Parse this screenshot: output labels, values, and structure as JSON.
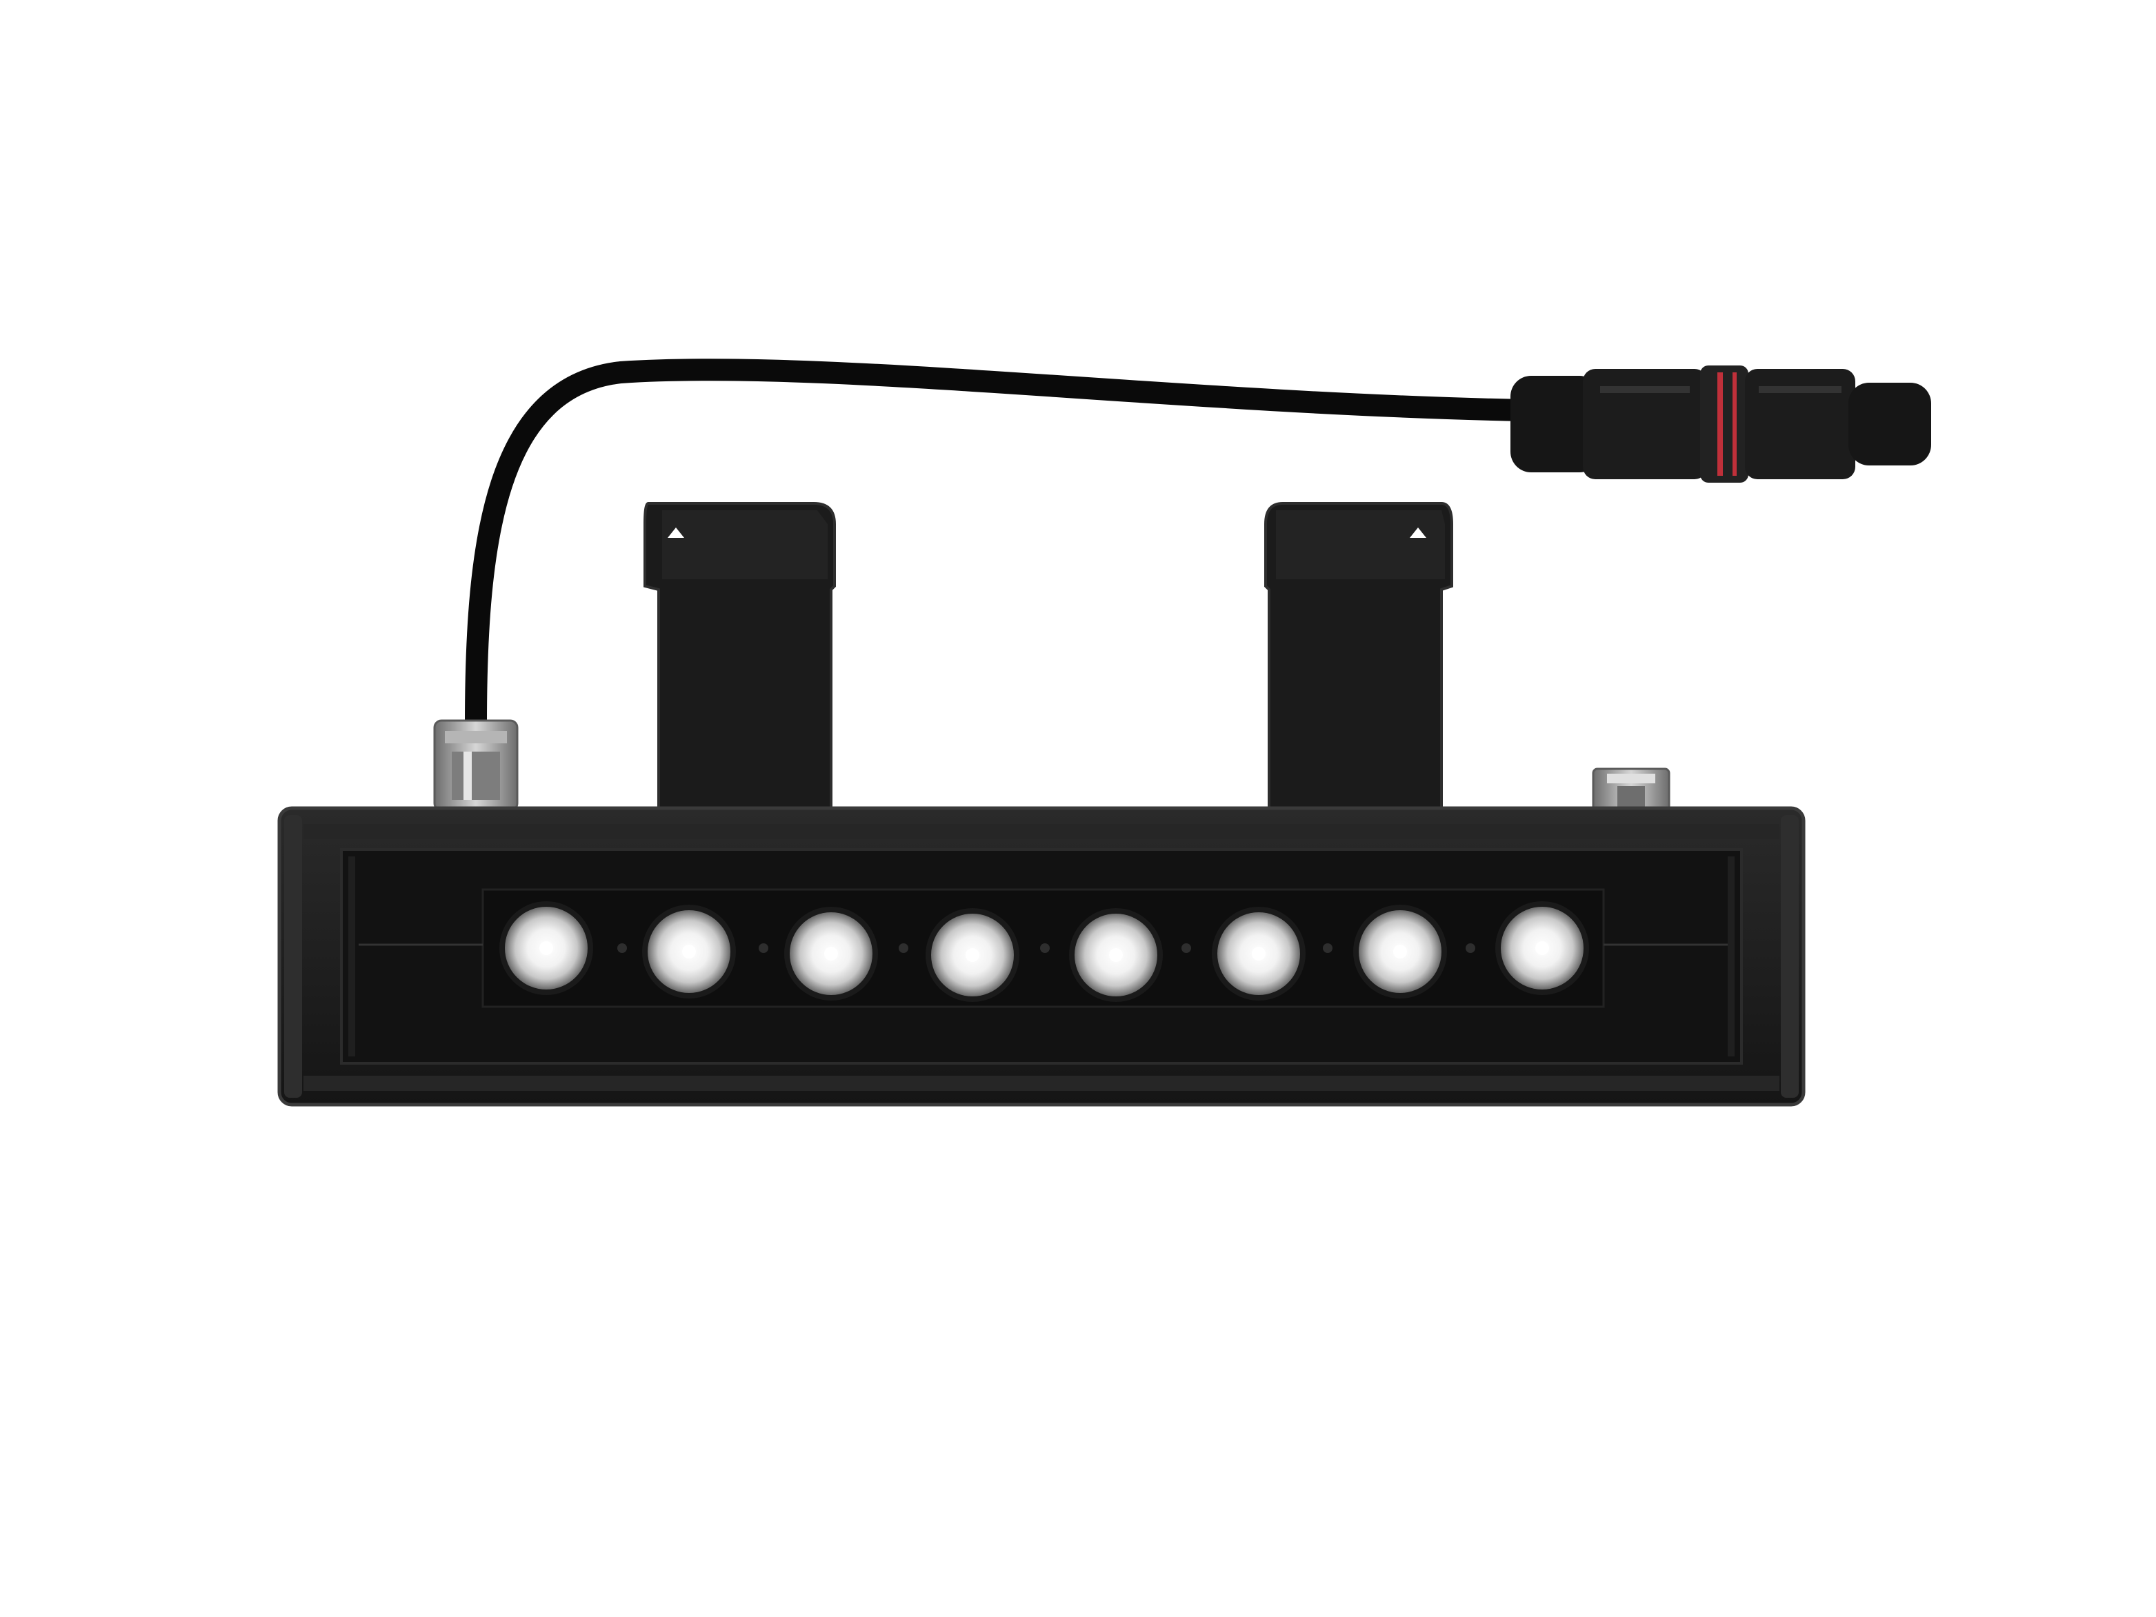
{
  "image": {
    "subject": "product-photo",
    "background_color": "#ffffff",
    "colors": {
      "housing": "#1c1c1c",
      "housing_edge": "#3a3a3a",
      "inner_tray": "#111111",
      "cable": "#0a0a0a",
      "connector": "#181818",
      "connector_accent": "#c0303a",
      "gland_metal": "#9a9a9a",
      "lens_glow": "#f4f4f4",
      "led_chip": "#ffffff"
    }
  },
  "fixture": {
    "led_count": 8,
    "bracket_count": 2
  }
}
